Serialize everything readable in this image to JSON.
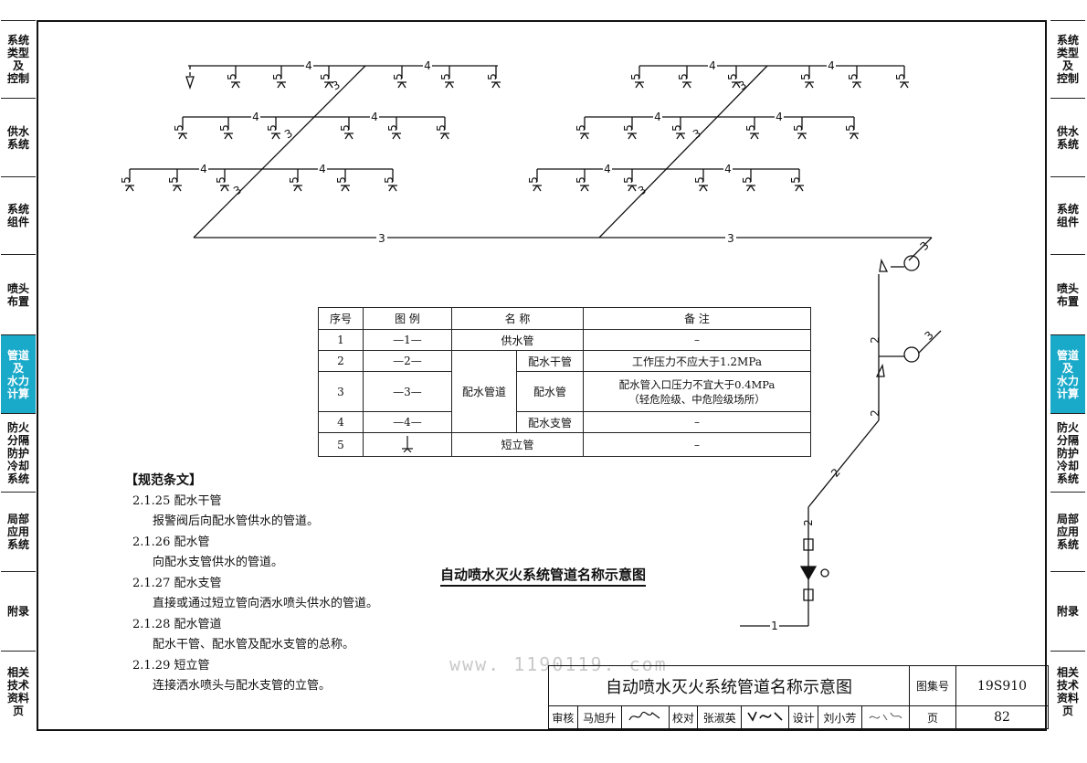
{
  "side_tabs": [
    {
      "label": "系统\n类型\n及\n控制",
      "active": false
    },
    {
      "label": "供水\n系统",
      "active": false
    },
    {
      "label": "系统\n组件",
      "active": false
    },
    {
      "label": "喷头\n布置",
      "active": false
    },
    {
      "label": "管道\n及\n水力\n计算",
      "active": true
    },
    {
      "label": "防火\n分隔\n防护\n冷却\n系统",
      "active": false
    },
    {
      "label": "局部\n应用\n系统",
      "active": false
    },
    {
      "label": "附录",
      "active": false
    },
    {
      "label": "相关\n技术\n资料\n页",
      "active": false
    }
  ],
  "diagram": {
    "numbers": {
      "n1": "1",
      "n2": "2",
      "n3": "3",
      "n4": "4",
      "n5": "5"
    }
  },
  "legend_table": {
    "headers": [
      "序号",
      "图 例",
      "名  称",
      "备  注"
    ],
    "rows": [
      {
        "no": "1",
        "symbol": "—1—",
        "name": "供水管",
        "sub": "",
        "note": "–"
      },
      {
        "no": "2",
        "symbol": "—2—",
        "name": "配水管道",
        "sub": "配水干管",
        "note": "工作压力不应大于1.2MPa"
      },
      {
        "no": "3",
        "symbol": "—3—",
        "name": "",
        "sub": "配水管",
        "note": "配水管入口压力不宜大于0.4MPa\n（轻危险级、中危险级场所）"
      },
      {
        "no": "4",
        "symbol": "—4—",
        "name": "",
        "sub": "配水支管",
        "note": "–"
      },
      {
        "no": "5",
        "symbol": "",
        "name": "短立管",
        "sub": "",
        "note": "–"
      }
    ]
  },
  "spec": {
    "heading": "【规范条文】",
    "items": [
      {
        "code": "2.1.25 配水干管",
        "desc": "报警阀后向配水管供水的管道。"
      },
      {
        "code": "2.1.26 配水管",
        "desc": "向配水支管供水的管道。"
      },
      {
        "code": "2.1.27 配水支管",
        "desc": "直接或通过短立管向洒水喷头供水的管道。"
      },
      {
        "code": "2.1.28 配水管道",
        "desc": "配水干管、配水管及配水支管的总称。"
      },
      {
        "code": "2.1.29 短立管",
        "desc": "连接洒水喷头与配水支管的立管。"
      }
    ]
  },
  "caption": "自动喷水灭火系统管道名称示意图",
  "watermark": "www. 1190119. com",
  "title_block": {
    "title": "自动喷水灭火系统管道名称示意图",
    "atlas_label": "图集号",
    "atlas_no": "19S910",
    "review_label": "审核",
    "reviewer": "马旭升",
    "check_label": "校对",
    "checker": "张淑英",
    "design_label": "设计",
    "designer": "刘小芳",
    "page_label": "页",
    "page_no": "82"
  }
}
